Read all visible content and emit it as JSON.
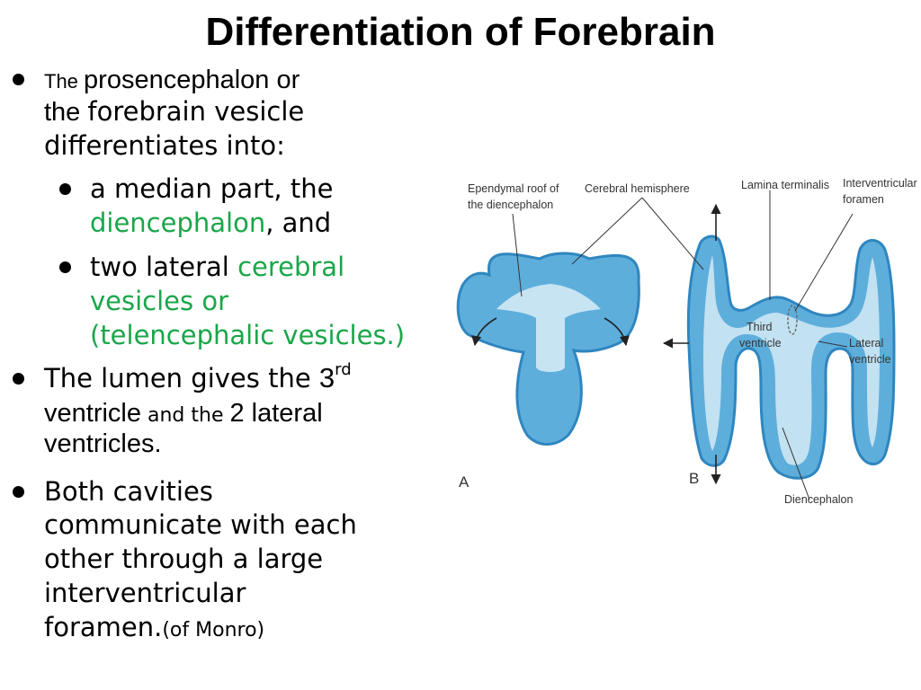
{
  "title": "Differentiation of Forebrain",
  "bullets": {
    "b1": {
      "line1_a": "The ",
      "line1_b": "prosencephalon or",
      "line2_a": "the ",
      "line2_b": "forebrain vesicle",
      "line3": "differentiates into:"
    },
    "sub1": {
      "line1": "a median part, the",
      "line2_green": "diencephalon",
      "line2_rest": ",  and"
    },
    "sub2": {
      "line1_a": "two lateral ",
      "line1_green": "cerebral",
      "line2_green": "vesicles or",
      "line3_green": "(telencephalic vesicles.)"
    },
    "b2": {
      "line1_a": "The lumen gives the ",
      "line1_num": "3",
      "line1_sup": "rd",
      "line2_a": "ventricle",
      "line2_b": " and the ",
      "line2_c": "2 lateral",
      "line3": "ventricles."
    },
    "b3": {
      "line1": " Both cavities",
      "line2": "communicate with each",
      "line3": "other through a large",
      "line4": "interventricular",
      "line5_a": "foramen.",
      "line5_b": "(of Monro)"
    }
  },
  "diagram": {
    "labels": {
      "ependymal_1": "Ependymal roof of",
      "ependymal_2": "the diencephalon",
      "cerebral_hemisphere": "Cerebral hemisphere",
      "lamina_terminalis": "Lamina terminalis",
      "interventricular_1": "Interventricular",
      "interventricular_2": "foramen",
      "third_1": "Third",
      "third_2": "ventricle",
      "lateral_1": "Lateral",
      "lateral_2": "ventricle",
      "diencephalon": "Diencephalon",
      "panel_a": "A",
      "panel_b": "B"
    },
    "colors": {
      "tissue": "#5eaedc",
      "tissue_outline": "#2f86bf",
      "lumen": "#d3eaf5",
      "text_green": "#1aa64a"
    }
  }
}
